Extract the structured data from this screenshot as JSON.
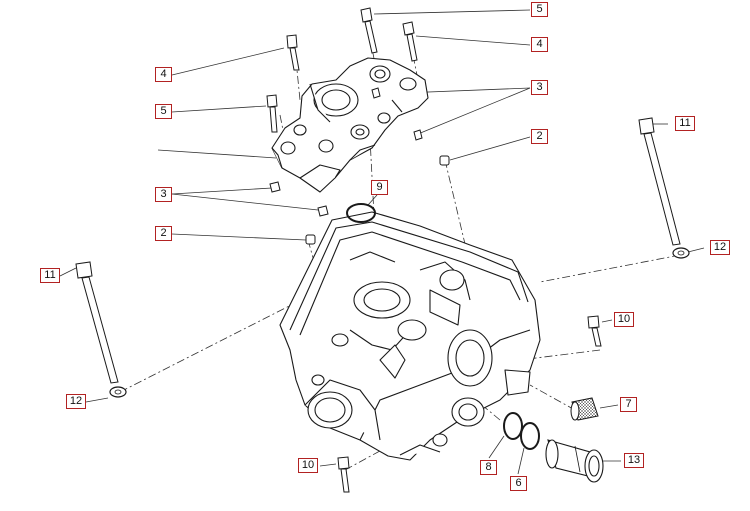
{
  "diagram": {
    "type": "exploded-parts-diagram",
    "callouts": [
      "5",
      "4",
      "3",
      "2",
      "4",
      "5",
      "3",
      "2",
      "9",
      "11",
      "12",
      "11",
      "12",
      "10",
      "7",
      "13",
      "10",
      "8",
      "6"
    ]
  }
}
